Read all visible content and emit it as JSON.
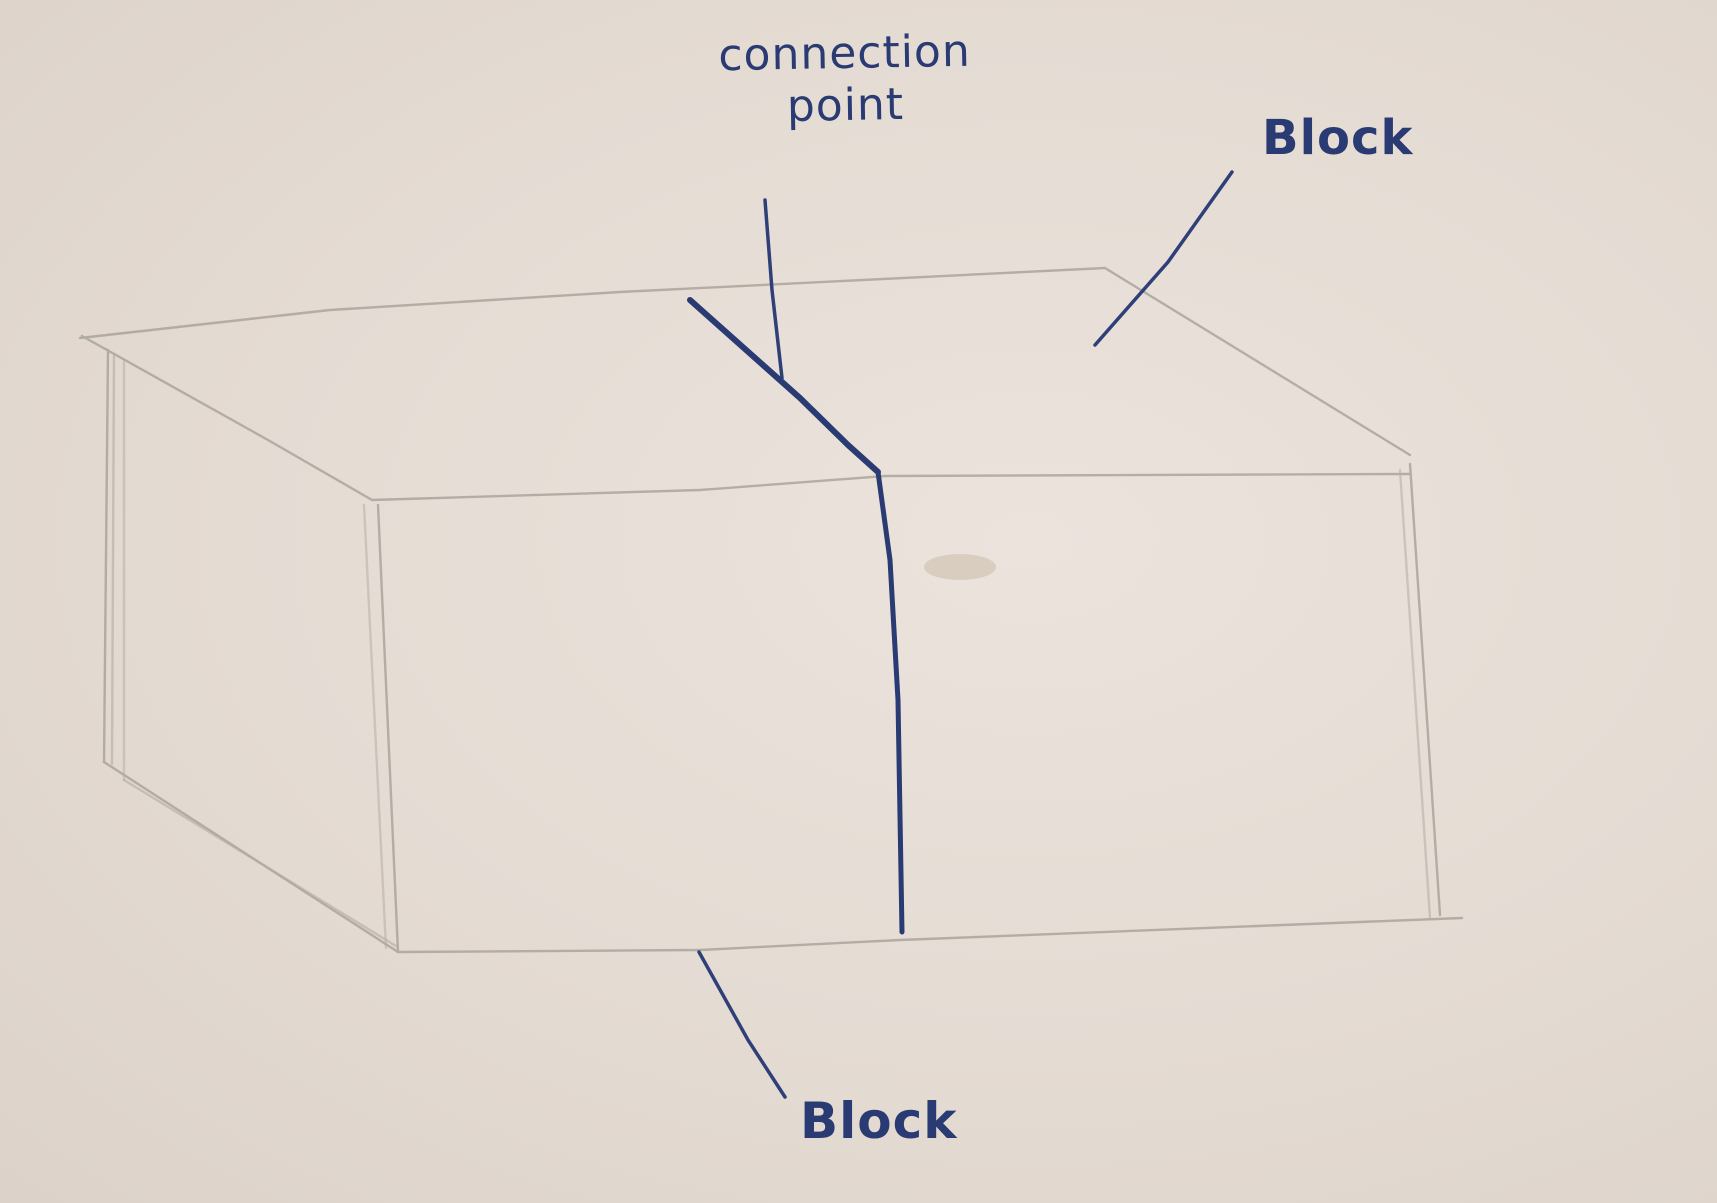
{
  "colors": {
    "paper": "#e6ddd5",
    "pencil": "#a9a39c",
    "ink": "#2a3a72"
  },
  "labels": {
    "connection_point": "connection\npoint",
    "block_top": "Block",
    "block_bottom": "Block"
  }
}
